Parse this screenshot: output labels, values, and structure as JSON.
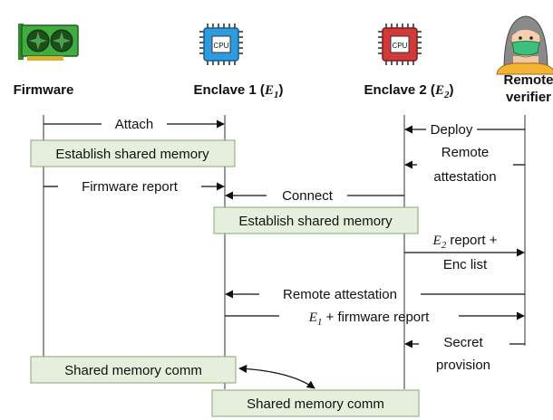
{
  "actors": {
    "firmware": "Firmware",
    "enclave1_prefix": "Enclave 1 (",
    "enclave1_var": "E",
    "enclave1_sub": "1",
    "enclave1_suffix": ")",
    "enclave2_prefix": "Enclave 2 (",
    "enclave2_var": "E",
    "enclave2_sub": "2",
    "enclave2_suffix": ")",
    "verifier_line1": "Remote",
    "verifier_line2": "verifier",
    "cpu_label": "CPU"
  },
  "icons": {
    "firmware": "gpu-card-icon",
    "enclave1": "cpu-chip-blue-icon",
    "enclave2": "cpu-chip-red-icon",
    "verifier": "person-with-mask-icon"
  },
  "messages": {
    "attach": "Attach",
    "deploy": "Deploy",
    "remote_attestation_1a": "Remote",
    "remote_attestation_1b": "attestation",
    "firmware_report": "Firmware report",
    "connect": "Connect",
    "e2_report_var": "E",
    "e2_report_sub": "2",
    "e2_report_rest": " report +",
    "enc_list": "Enc list",
    "remote_attestation_2": "Remote attestation",
    "e1_fw_var": "E",
    "e1_fw_sub": "1",
    "e1_fw_rest": " + firmware report",
    "secret_a": "Secret",
    "secret_b": "provision"
  },
  "boxes": {
    "establish_fw": "Establish shared memory",
    "establish_e1": "Establish shared memory",
    "comm_fw": "Shared memory comm",
    "comm_e1": "Shared memory comm"
  },
  "colors": {
    "box_fill": "#e6efdc",
    "box_stroke": "#8aa571",
    "gpu_green": "#3fae3f",
    "cpu_blue": "#2e9be0",
    "cpu_red": "#d23a3a",
    "mask_green": "#3cc07a"
  }
}
